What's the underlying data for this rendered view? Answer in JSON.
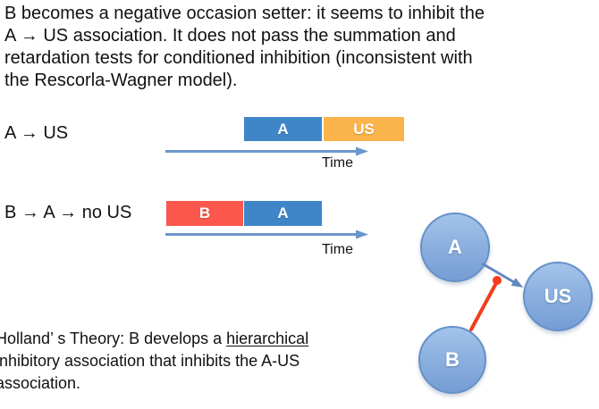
{
  "colors": {
    "text": "#111111",
    "box-blue": "#3f86c9",
    "box-orange": "#fbb34c",
    "box-red": "#fc574d",
    "timeline-arrow": "#6b96cb",
    "node-border": "#6590c8",
    "node-fill-top": "#a3c3ea",
    "node-fill-bottom": "#759ed4",
    "assoc-arrow": "#6089c0",
    "inhibit-red": "#f53c1c"
  },
  "intro": {
    "lines": [
      "B becomes a negative occasion setter: it seems to inhibit the",
      "A → US association. It does not pass the summation and",
      "retardation tests for conditioned inhibition (inconsistent with",
      "the Rescorla-Wagner model)."
    ]
  },
  "trial1": {
    "label": "A → US",
    "boxes": [
      {
        "label": "A"
      },
      {
        "label": "US"
      }
    ],
    "time_label": "Time"
  },
  "trial2": {
    "label": "B → A → no US",
    "boxes": [
      {
        "label": "B"
      },
      {
        "label": "A"
      }
    ],
    "time_label": "Time"
  },
  "network": {
    "nodes": [
      {
        "label": "A"
      },
      {
        "label": "US"
      },
      {
        "label": "B"
      }
    ]
  },
  "holland": {
    "line1_pre": "Holland’ s Theory: B develops a ",
    "line1_underlined": "hierarchical",
    "line2": "inhibitory association that inhibits the A-US",
    "line3": "association."
  }
}
